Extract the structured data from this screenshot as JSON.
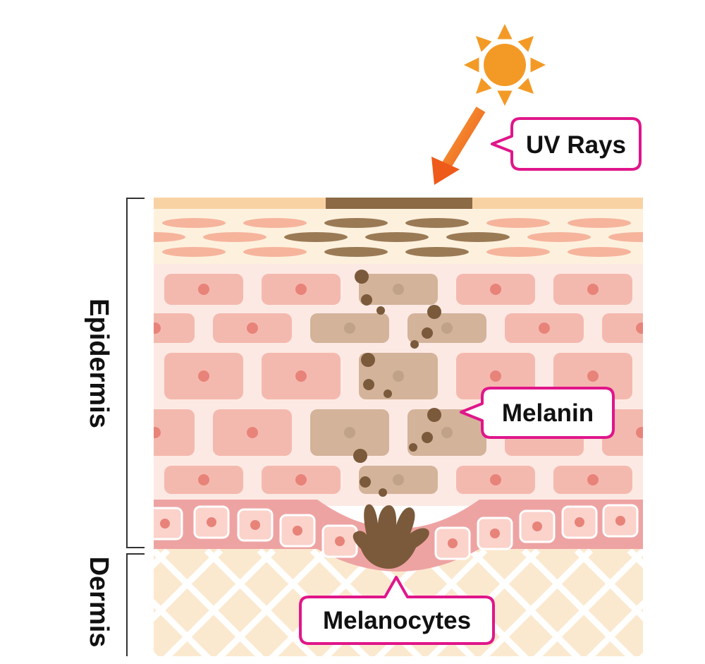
{
  "labels": {
    "uv_rays": "UV Rays",
    "melanin": "Melanin",
    "melanocytes": "Melanocytes",
    "epidermis": "Epidermis",
    "dermis": "Dermis"
  },
  "colors": {
    "callout_border": "#e0168a",
    "sun": "#f39a26",
    "arrow": "#ef6a1f",
    "melanin": "#7a5a3a",
    "cell_pink": "#f4b9ae",
    "cell_nucleus": "#e8837a",
    "pigmented_cell": "#d3b39a",
    "dermis": "#fbe9cf",
    "epidermis_bg": "#fde9e4",
    "basal_layer": "#eea3a3"
  },
  "icons": {
    "sun": "sun-icon",
    "uv_arrow": "uv-arrow-icon"
  }
}
